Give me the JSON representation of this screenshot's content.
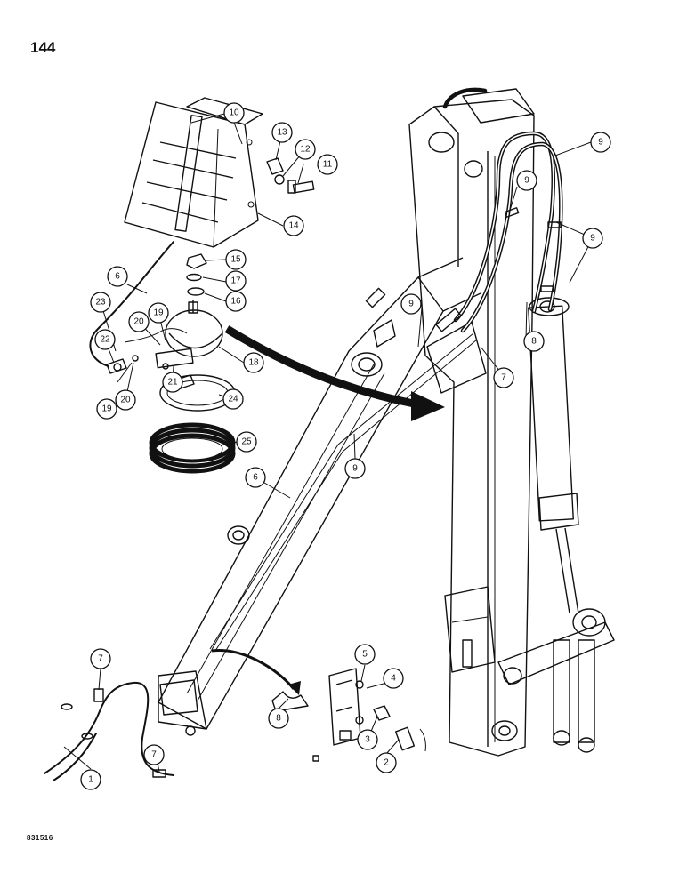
{
  "page_number": "144",
  "figure_id": "831516",
  "callouts": [
    {
      "id": "c1",
      "label": "1"
    },
    {
      "id": "c2",
      "label": "2"
    },
    {
      "id": "c3",
      "label": "3"
    },
    {
      "id": "c4",
      "label": "4"
    },
    {
      "id": "c5",
      "label": "5"
    },
    {
      "id": "c6a",
      "label": "6"
    },
    {
      "id": "c6b",
      "label": "6"
    },
    {
      "id": "c7a",
      "label": "7"
    },
    {
      "id": "c7b",
      "label": "7"
    },
    {
      "id": "c7c",
      "label": "7"
    },
    {
      "id": "c8a",
      "label": "8"
    },
    {
      "id": "c8b",
      "label": "8"
    },
    {
      "id": "c9a",
      "label": "9"
    },
    {
      "id": "c9b",
      "label": "9"
    },
    {
      "id": "c9c",
      "label": "9"
    },
    {
      "id": "c9d",
      "label": "9"
    },
    {
      "id": "c9e",
      "label": "9"
    },
    {
      "id": "c10",
      "label": "10"
    },
    {
      "id": "c11",
      "label": "11"
    },
    {
      "id": "c12",
      "label": "12"
    },
    {
      "id": "c13",
      "label": "13"
    },
    {
      "id": "c14",
      "label": "14"
    },
    {
      "id": "c15",
      "label": "15"
    },
    {
      "id": "c16",
      "label": "16"
    },
    {
      "id": "c17",
      "label": "17"
    },
    {
      "id": "c18",
      "label": "18"
    },
    {
      "id": "c19a",
      "label": "19"
    },
    {
      "id": "c19b",
      "label": "19"
    },
    {
      "id": "c20a",
      "label": "20"
    },
    {
      "id": "c20b",
      "label": "20"
    },
    {
      "id": "c21",
      "label": "21"
    },
    {
      "id": "c22",
      "label": "22"
    },
    {
      "id": "c23",
      "label": "23"
    },
    {
      "id": "c24",
      "label": "24"
    },
    {
      "id": "c25",
      "label": "25"
    }
  ]
}
